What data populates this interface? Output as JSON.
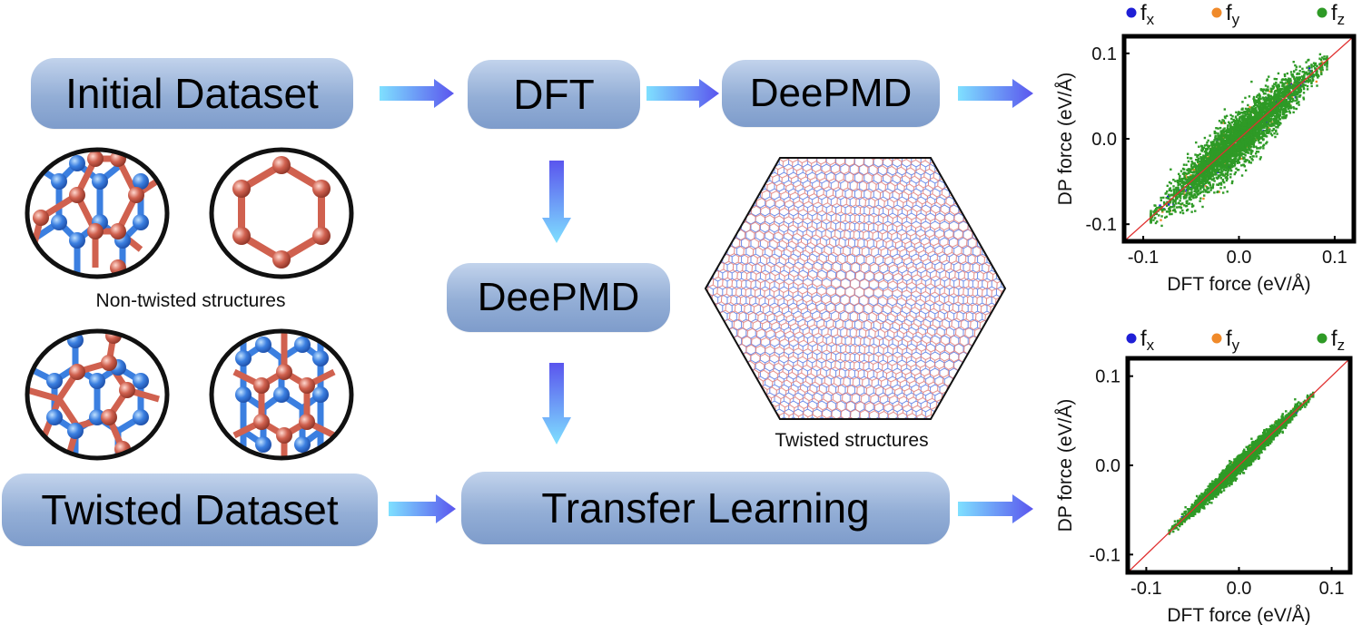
{
  "pills": {
    "initial_dataset": "Initial Dataset",
    "dft": "DFT",
    "deepmd_top": "DeePMD",
    "deepmd_mid": "DeePMD",
    "twisted_dataset": "Twisted Dataset",
    "transfer_learning": "Transfer Learning"
  },
  "labels": {
    "non_twisted": "Non-twisted structures",
    "twisted": "Twisted structures"
  },
  "colors": {
    "pill_top": "#c2d3ec",
    "pill_bottom": "#7e9ccb",
    "arrow_light": "#7fe0ff",
    "arrow_dark": "#5a55ee",
    "atom_blue": "#3b7fe0",
    "atom_red": "#d0614f",
    "fx": "#1f1fd6",
    "fy": "#f08a2a",
    "fz": "#2e9a26",
    "diagonal": "#e03030"
  },
  "chart_data": [
    {
      "type": "scatter",
      "xlabel": "DFT force (eV/Å)",
      "ylabel": "DP force (eV/Å)",
      "xlim": [
        -0.12,
        0.12
      ],
      "ylim": [
        -0.12,
        0.12
      ],
      "xticks": [
        "-0.1",
        "0.0",
        "0.1"
      ],
      "yticks": [
        "-0.1",
        "0.0",
        "0.1"
      ],
      "legend": [
        {
          "main": "f",
          "sub": "x",
          "color": "#1f1fd6"
        },
        {
          "main": "f",
          "sub": "y",
          "color": "#f08a2a"
        },
        {
          "main": "f",
          "sub": "z",
          "color": "#2e9a26"
        }
      ],
      "legend_position": "top",
      "spread_ratio": 0.42,
      "x_range": [
        -0.08,
        0.08
      ]
    },
    {
      "type": "scatter",
      "xlabel": "DFT force (eV/Å)",
      "ylabel": "DP force (eV/Å)",
      "xlim": [
        -0.12,
        0.12
      ],
      "ylim": [
        -0.12,
        0.12
      ],
      "xticks": [
        "-0.1",
        "0.0",
        "0.1"
      ],
      "yticks": [
        "-0.1",
        "0.0",
        "0.1"
      ],
      "legend": [
        {
          "main": "f",
          "sub": "x",
          "color": "#1f1fd6"
        },
        {
          "main": "f",
          "sub": "y",
          "color": "#f08a2a"
        },
        {
          "main": "f",
          "sub": "z",
          "color": "#2e9a26"
        }
      ],
      "legend_position": "top",
      "spread_ratio": 0.15,
      "x_range": [
        -0.065,
        0.07
      ]
    }
  ]
}
